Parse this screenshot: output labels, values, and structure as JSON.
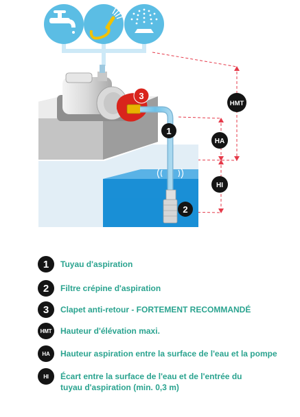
{
  "diagram": {
    "markers": {
      "m1": "1",
      "m2": "2",
      "m3": "3",
      "hmt": "HMT",
      "ha": "HA",
      "hi": "HI"
    },
    "icons": [
      "faucet-icon",
      "garden-hose-icon",
      "sprinkler-icon"
    ],
    "colors": {
      "icon_circle": "#5bbde4",
      "water": "#1a8fd6",
      "water_light": "#cfe7f6",
      "check_valve": "#d9241c",
      "dashed_line": "#e53a4a",
      "legend_text": "#2aa38f"
    }
  },
  "legend": [
    {
      "badge": "1",
      "text": "Tuyau d'aspiration"
    },
    {
      "badge": "2",
      "text": "Filtre crépine d'aspiration"
    },
    {
      "badge": "3",
      "text": "Clapet anti-retour - FORTEMENT RECOMMANDÉ"
    },
    {
      "badge": "HMT",
      "text": "Hauteur d'élévation maxi."
    },
    {
      "badge": "HA",
      "text": "Hauteur aspiration entre la surface de l'eau et la pompe"
    },
    {
      "badge": "HI",
      "text": "Écart entre la surface de l'eau et de l'entrée du tuyau d'aspiration (min. 0,3 m)"
    }
  ]
}
